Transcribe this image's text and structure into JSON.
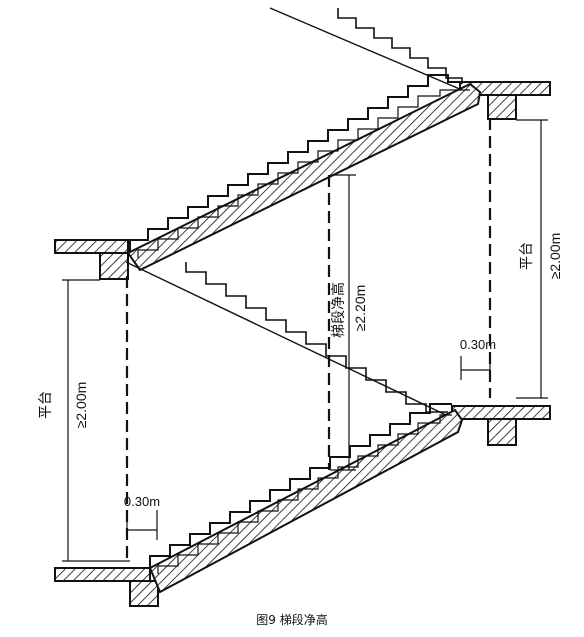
{
  "caption": "图9 梯段净高",
  "labels": {
    "left_platform_title": "平台",
    "left_platform_value": "≥2.00m",
    "right_platform_title": "平台",
    "right_platform_value": "≥2.00m",
    "flight_title": "梯段净高",
    "flight_value": "≥2.20m",
    "offset_top": "0.30m",
    "offset_bottom": "0.30m"
  },
  "colors": {
    "line": "#111111",
    "background": "#ffffff"
  }
}
